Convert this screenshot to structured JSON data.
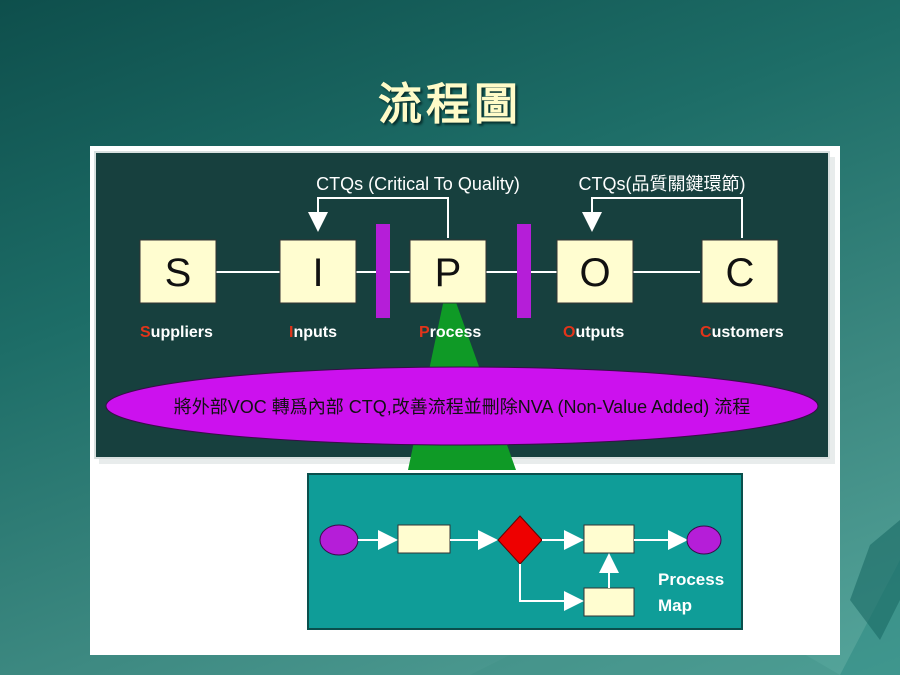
{
  "slide": {
    "title": "流程圖"
  },
  "sipoc": {
    "ctq_left": "CTQs (Critical To Quality)",
    "ctq_right": "CTQs(品質關鍵環節)",
    "boxes": [
      {
        "letter": "S",
        "first": "S",
        "rest": "uppliers"
      },
      {
        "letter": "I",
        "first": "I",
        "rest": "nputs"
      },
      {
        "letter": "P",
        "first": "P",
        "rest": "rocess"
      },
      {
        "letter": "O",
        "first": "O",
        "rest": "utputs"
      },
      {
        "letter": "C",
        "first": "C",
        "rest": "ustomers"
      }
    ],
    "ellipse_text": "將外部VOC 轉爲內部 CTQ,改善流程並刪除NVA (Non-Value Added) 流程"
  },
  "process_map": {
    "label_line1": "Process",
    "label_line2": "Map"
  },
  "colors": {
    "panel_dark": "#17403e",
    "box_fill": "#fffdd0",
    "bar_purple": "#b51ed8",
    "ellipse_fill": "#cc11ee",
    "cone_green": "#0f9a26",
    "pm_teal": "#0f9d98",
    "decision_red": "#ee0000",
    "letter_red": "#e2341a"
  }
}
